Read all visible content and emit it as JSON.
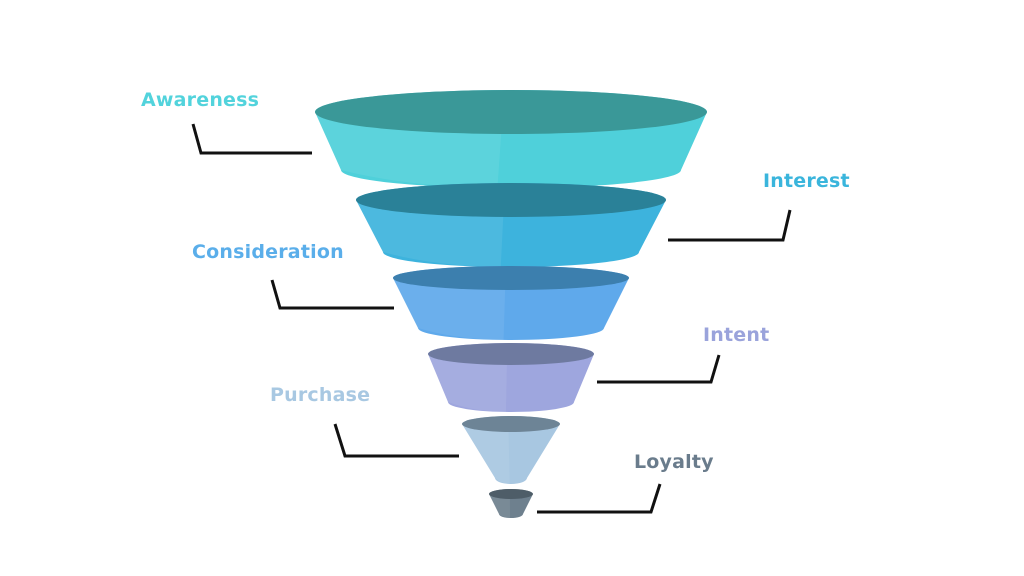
{
  "stages": [
    {
      "label": "Awareness",
      "label_color": "#52d3dc",
      "body_color": "#4fd0da",
      "top_color": "#3a9898"
    },
    {
      "label": "Interest",
      "label_color": "#3ab5dc",
      "body_color": "#3db3dd",
      "top_color": "#2a8198"
    },
    {
      "label": "Consideration",
      "label_color": "#5aaeea",
      "body_color": "#5fa9eb",
      "top_color": "#3c7fae"
    },
    {
      "label": "Intent",
      "label_color": "#9aa3db",
      "body_color": "#9ea6de",
      "top_color": "#6e7aa0"
    },
    {
      "label": "Purchase",
      "label_color": "#a8c8e2",
      "body_color": "#a8c7e1",
      "top_color": "#6d8496"
    },
    {
      "label": "Loyalty",
      "label_color": "#6a7c8c",
      "body_color": "#6e808e",
      "top_color": "#4e5d68"
    }
  ],
  "connector_color": "#111111"
}
